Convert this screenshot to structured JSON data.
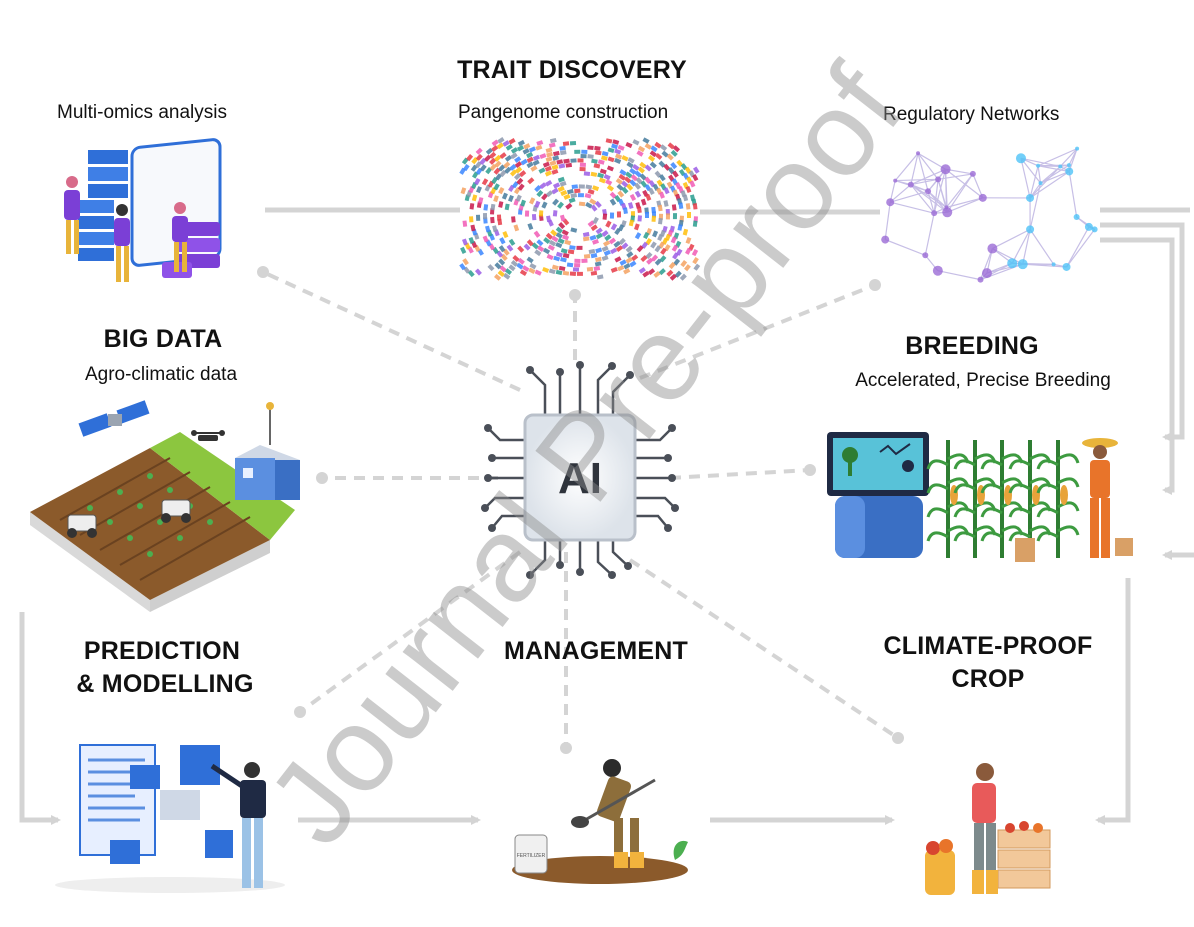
{
  "headings": {
    "trait_discovery": "TRAIT DISCOVERY",
    "big_data": "BIG DATA",
    "breeding": "BREEDING",
    "prediction_line1": "PREDICTION",
    "prediction_line2": "& MODELLING",
    "management": "MANAGEMENT",
    "climate_line1": "CLIMATE-PROOF",
    "climate_line2": "CROP"
  },
  "subtitles": {
    "multi_omics": "Multi-omics analysis",
    "pangenome": "Pangenome construction",
    "regulatory": "Regulatory Networks",
    "agro_climatic": "Agro-climatic data",
    "breeding_sub": "Accelerated, Precise Breeding"
  },
  "chip_label": "AI",
  "illustration_text": {
    "fertilizer_bag": "FERTILIZER"
  },
  "watermark": "Journal Pre-proof",
  "colors": {
    "connector": "#d4d4d4",
    "purple": "#7b3fd6",
    "blue": "#2f6fd8",
    "soil": "#8b5a2b",
    "grass": "#8cc63f",
    "corn": "#2e7d32",
    "orange": "#e8742a"
  }
}
